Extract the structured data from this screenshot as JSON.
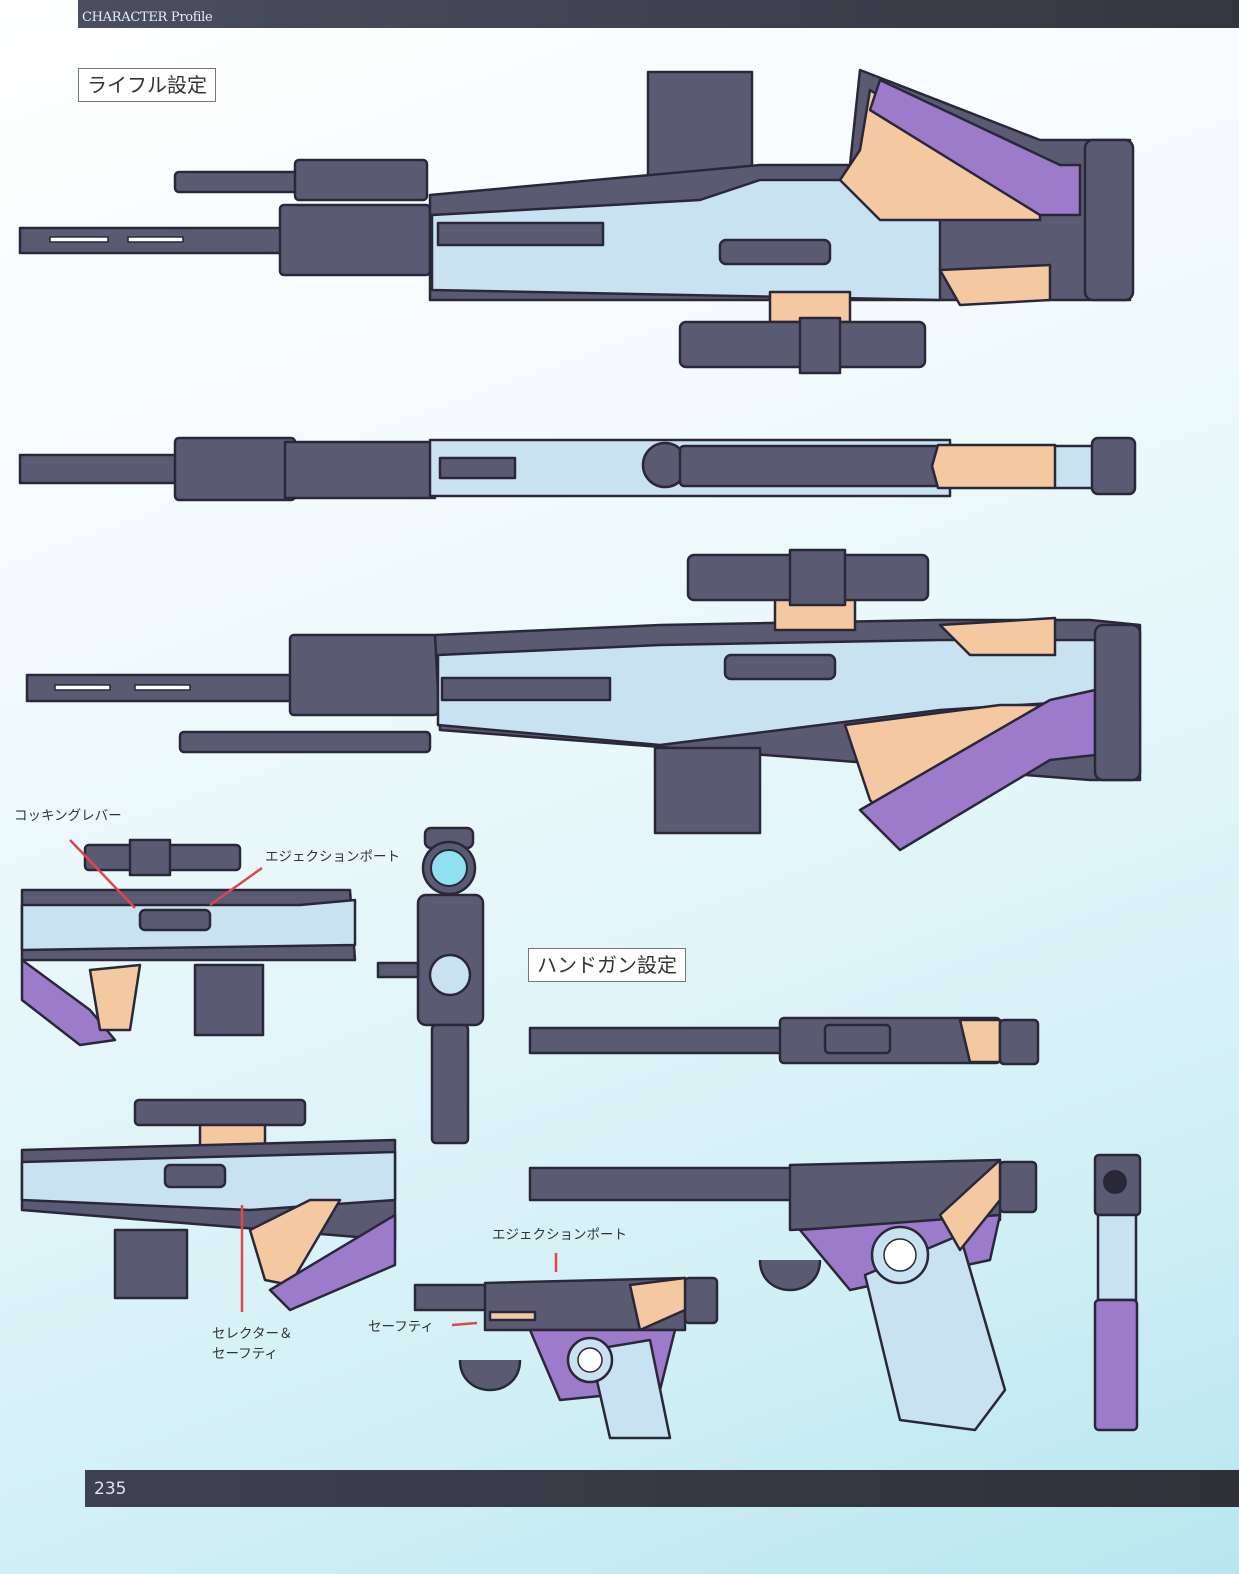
{
  "header": {
    "title": "CHARACTER Profile"
  },
  "sections": {
    "rifle": {
      "label": "ライフル設定"
    },
    "handgun": {
      "label": "ハンドガン設定"
    }
  },
  "callouts": {
    "cocking_lever": "コッキングレバー",
    "ejection_port_rifle": "エジェクションポート",
    "selector_safety_line1": "セレクター＆",
    "selector_safety_line2": "セーフティ",
    "ejection_port_handgun": "エジェクションポート",
    "safety_handgun": "セーフティ"
  },
  "colors": {
    "dark": "#5b5a73",
    "light": "#c9e2f2",
    "peach": "#f4c9a2",
    "purple": "#9d7bcb",
    "outline": "#2a2838",
    "callout_line": "#e0474c"
  },
  "footer": {
    "page_number": "235"
  }
}
